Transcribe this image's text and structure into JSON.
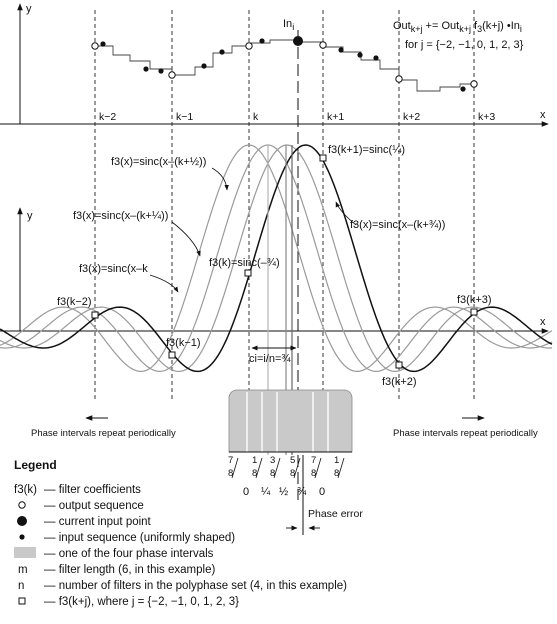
{
  "top": {
    "y_axis": "y",
    "x_axis": "x",
    "in_label": "In",
    "in_sub": "i",
    "formula_line1_parts": [
      "Out",
      "k+j",
      " += Out",
      "k+j",
      " f",
      "3",
      "(k+j) •In",
      "i"
    ],
    "formula_line2": "for j = {−2, −1, 0, 1, 2, 3}",
    "ticks": [
      "k−2",
      "k−1",
      "k",
      "k+1",
      "k+2",
      "k+3"
    ]
  },
  "middle": {
    "y_axis": "y",
    "x_axis": "x",
    "curve_labels": [
      "f3(x)=sinc(x–(k+½))",
      "f3(x)=sinc(x–(k+¼))",
      "f3(x)=sinc(x–k",
      "f3(x)=sinc(x–(k+¾))"
    ],
    "point_labels": [
      "f3(k+1)=sinc(¼)",
      "f3(k)=sinc(–¾)",
      "f3(k−2)",
      "f3(k−1)",
      "f3(k+2)",
      "f3(k+3)"
    ],
    "ci_label": "ci=i/n=¾"
  },
  "phase": {
    "left_note": "Phase intervals repeat periodically",
    "right_note": "Phase intervals repeat periodically",
    "fractions": [
      {
        "num": "7",
        "den": "8"
      },
      {
        "num": "1",
        "den": "8"
      },
      {
        "num": "3",
        "den": "8"
      },
      {
        "num": "5",
        "den": "8"
      },
      {
        "num": "7",
        "den": "8"
      },
      {
        "num": "1",
        "den": "8"
      }
    ],
    "values": [
      "0",
      "¼",
      "½",
      "¾",
      "0"
    ],
    "phase_error": "Phase error"
  },
  "legend": {
    "title": "Legend",
    "items": [
      {
        "sym": "f3(k)",
        "text": "— filter coefficients"
      },
      {
        "sym": "",
        "text": "— output sequence"
      },
      {
        "sym": "",
        "text": "— current input point"
      },
      {
        "sym": "",
        "text": "— input sequence (uniformly shaped)"
      },
      {
        "sym": "",
        "text": "— one of the four phase intervals"
      },
      {
        "sym": "m",
        "text": "— filter length (6, in this example)"
      },
      {
        "sym": "n",
        "text": "— number of filters in the polyphase set (4, in this example)"
      },
      {
        "sym": "",
        "text": "— f3(k+j), where j = {−2, −1, 0, 1, 2, 3}"
      }
    ]
  },
  "colors": {
    "ink": "#111111",
    "gray_curve": "#9a9a9a",
    "phase_fill": "#c9c9c9"
  }
}
